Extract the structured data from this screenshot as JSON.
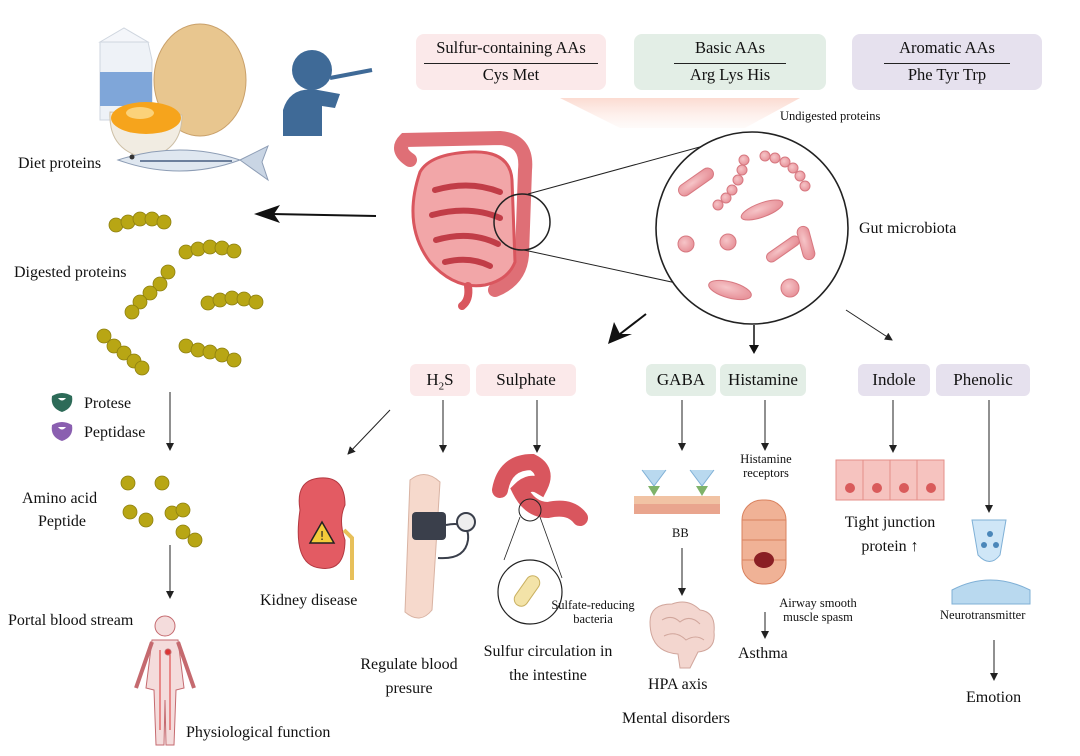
{
  "categories": {
    "sulfur": {
      "title": "Sulfur-containing AAs",
      "items": "Cys Met"
    },
    "basic": {
      "title": "Basic AAs",
      "items": "Arg Lys His"
    },
    "aromatic": {
      "title": "Aromatic AAs",
      "items": "Phe Tyr Trp"
    }
  },
  "labels": {
    "undigested": "Undigested proteins",
    "diet_proteins": "Diet proteins",
    "gut_microbiota": "Gut microbiota",
    "digested_proteins": "Digested proteins",
    "protese": "Protese",
    "peptidase": "Peptidase",
    "amino_acid": "Amino acid",
    "peptide": "Peptide",
    "portal_blood": "Portal blood stream",
    "physiological": "Physiological function",
    "kidney": "Kidney disease",
    "regulate_bp_1": "Regulate blood",
    "regulate_bp_2": "presure",
    "sulfur_circ_1": "Sulfur circulation in",
    "sulfur_circ_2": "the intestine",
    "srb_1": "Sulfate-reducing",
    "srb_2": "bacteria",
    "bb": "BB",
    "hpa": "HPA axis",
    "mental": "Mental disorders",
    "hist_rec_1": "Histamine",
    "hist_rec_2": "receptors",
    "airway_1": "Airway smooth",
    "airway_2": "muscle spasm",
    "asthma": "Asthma",
    "tight_1": "Tight junction",
    "tight_2": "protein ↑",
    "neurotransmitter": "Neurotransmitter",
    "emotion": "Emotion"
  },
  "metabolites": {
    "h2s_main": "H",
    "h2s_sub": "2",
    "h2s_end": "S",
    "sulphate": "Sulphate",
    "gaba": "GABA",
    "histamine": "Histamine",
    "indole": "Indole",
    "phenolic": "Phenolic"
  },
  "colors": {
    "pink_box": "#fbe9ea",
    "green_box": "#e3eee6",
    "purple_box": "#e6e1ee",
    "intestine": "#d9565e",
    "bead": "#b8a614",
    "bacteria": "#e89aa0",
    "protese": "#2d6b58",
    "peptidase": "#8a5fb0"
  }
}
